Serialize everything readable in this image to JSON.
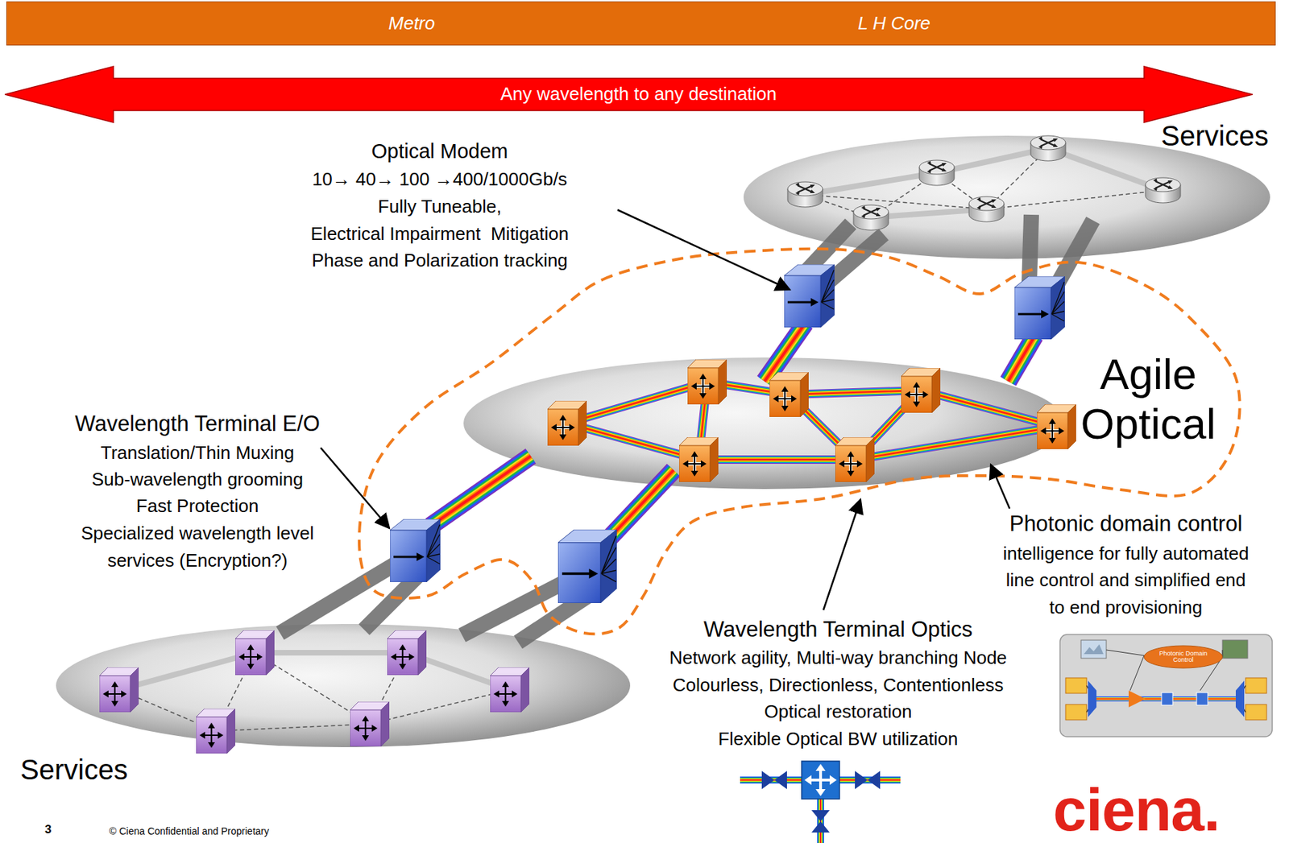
{
  "diagram": {
    "nodes": [
      {
        "text": [
          "Metro",
          "L H Core"
        ]
      },
      {
        "text": [
          "Any wavelength to any destination"
        ]
      }
    ],
    "labels": [
      "Optical Modem",
      "10→ 40→ 100 →400/1000Gb/s",
      "Fully Tuneable,",
      "Electrical Impairment  Mitigation",
      "Phase and Polarization tracking",
      "Services",
      "Agile Optical",
      "Wavelength Terminal E/O",
      "Translation/Thin Muxing",
      "Sub-wavelength grooming",
      "Fast Protection",
      "Specialized wavelength level",
      "services (Encryption?)",
      "Photonic domain control",
      "intelligence for fully automated",
      "line control and simplified end",
      "to end provisioning",
      "Wavelength Terminal Optics",
      "Network agility, Multi-way branching Node",
      "Colourless, Directionless, Contentionless",
      "Optical restoration",
      "Flexible Optical BW utilization",
      "Photonic Domain Control",
      "Services",
      "3",
      "© Ciena Confidential and Proprietary",
      "ciena."
    ]
  }
}
